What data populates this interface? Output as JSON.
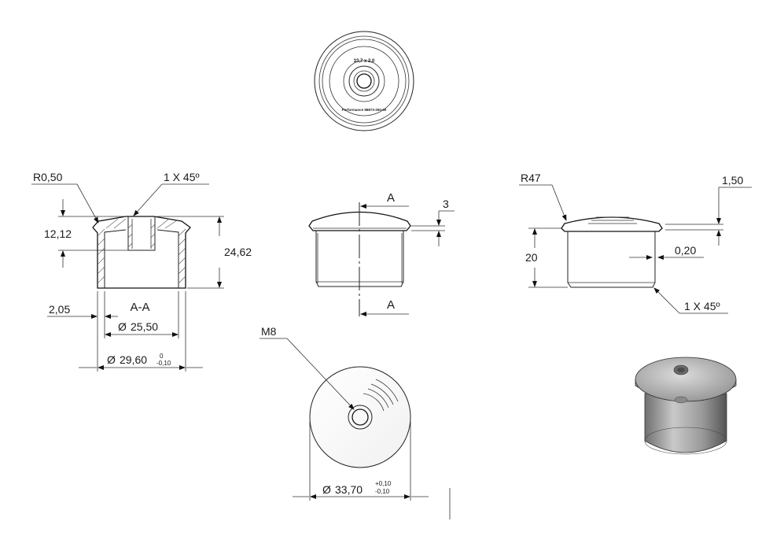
{
  "top_view": {
    "marking_top": "33,7 x 2,0",
    "marking_bottom": "Performance 88873-250-00"
  },
  "section_view": {
    "label": "A-A",
    "dims": {
      "radius": "R0,50",
      "chamfer": "1 X 45º",
      "thread_depth": "12,12",
      "height": "24,62",
      "wall": "2,05",
      "inner_dia_symbol": "Ø",
      "inner_dia": "25,50",
      "outer_dia_symbol": "Ø",
      "outer_dia": "29,60",
      "outer_tol_upper": "0",
      "outer_tol_lower": "-0,10"
    }
  },
  "front_view": {
    "cut_label_top": "A",
    "cut_label_bottom": "A",
    "dim_cap": "3"
  },
  "side_view": {
    "dims": {
      "radius": "R47",
      "cap_thickness": "1,50",
      "height": "20",
      "gap": "0,20",
      "chamfer": "1 X 45º"
    }
  },
  "bottom_view": {
    "thread": "M8",
    "dia_symbol": "Ø",
    "dia": "33,70",
    "tol_upper": "+0,10",
    "tol_lower": "-0,10"
  },
  "colors": {
    "line": "#222222",
    "hatch": "#555555",
    "iso_body": "#a8a8a8",
    "iso_top": "#c8c8c8"
  }
}
